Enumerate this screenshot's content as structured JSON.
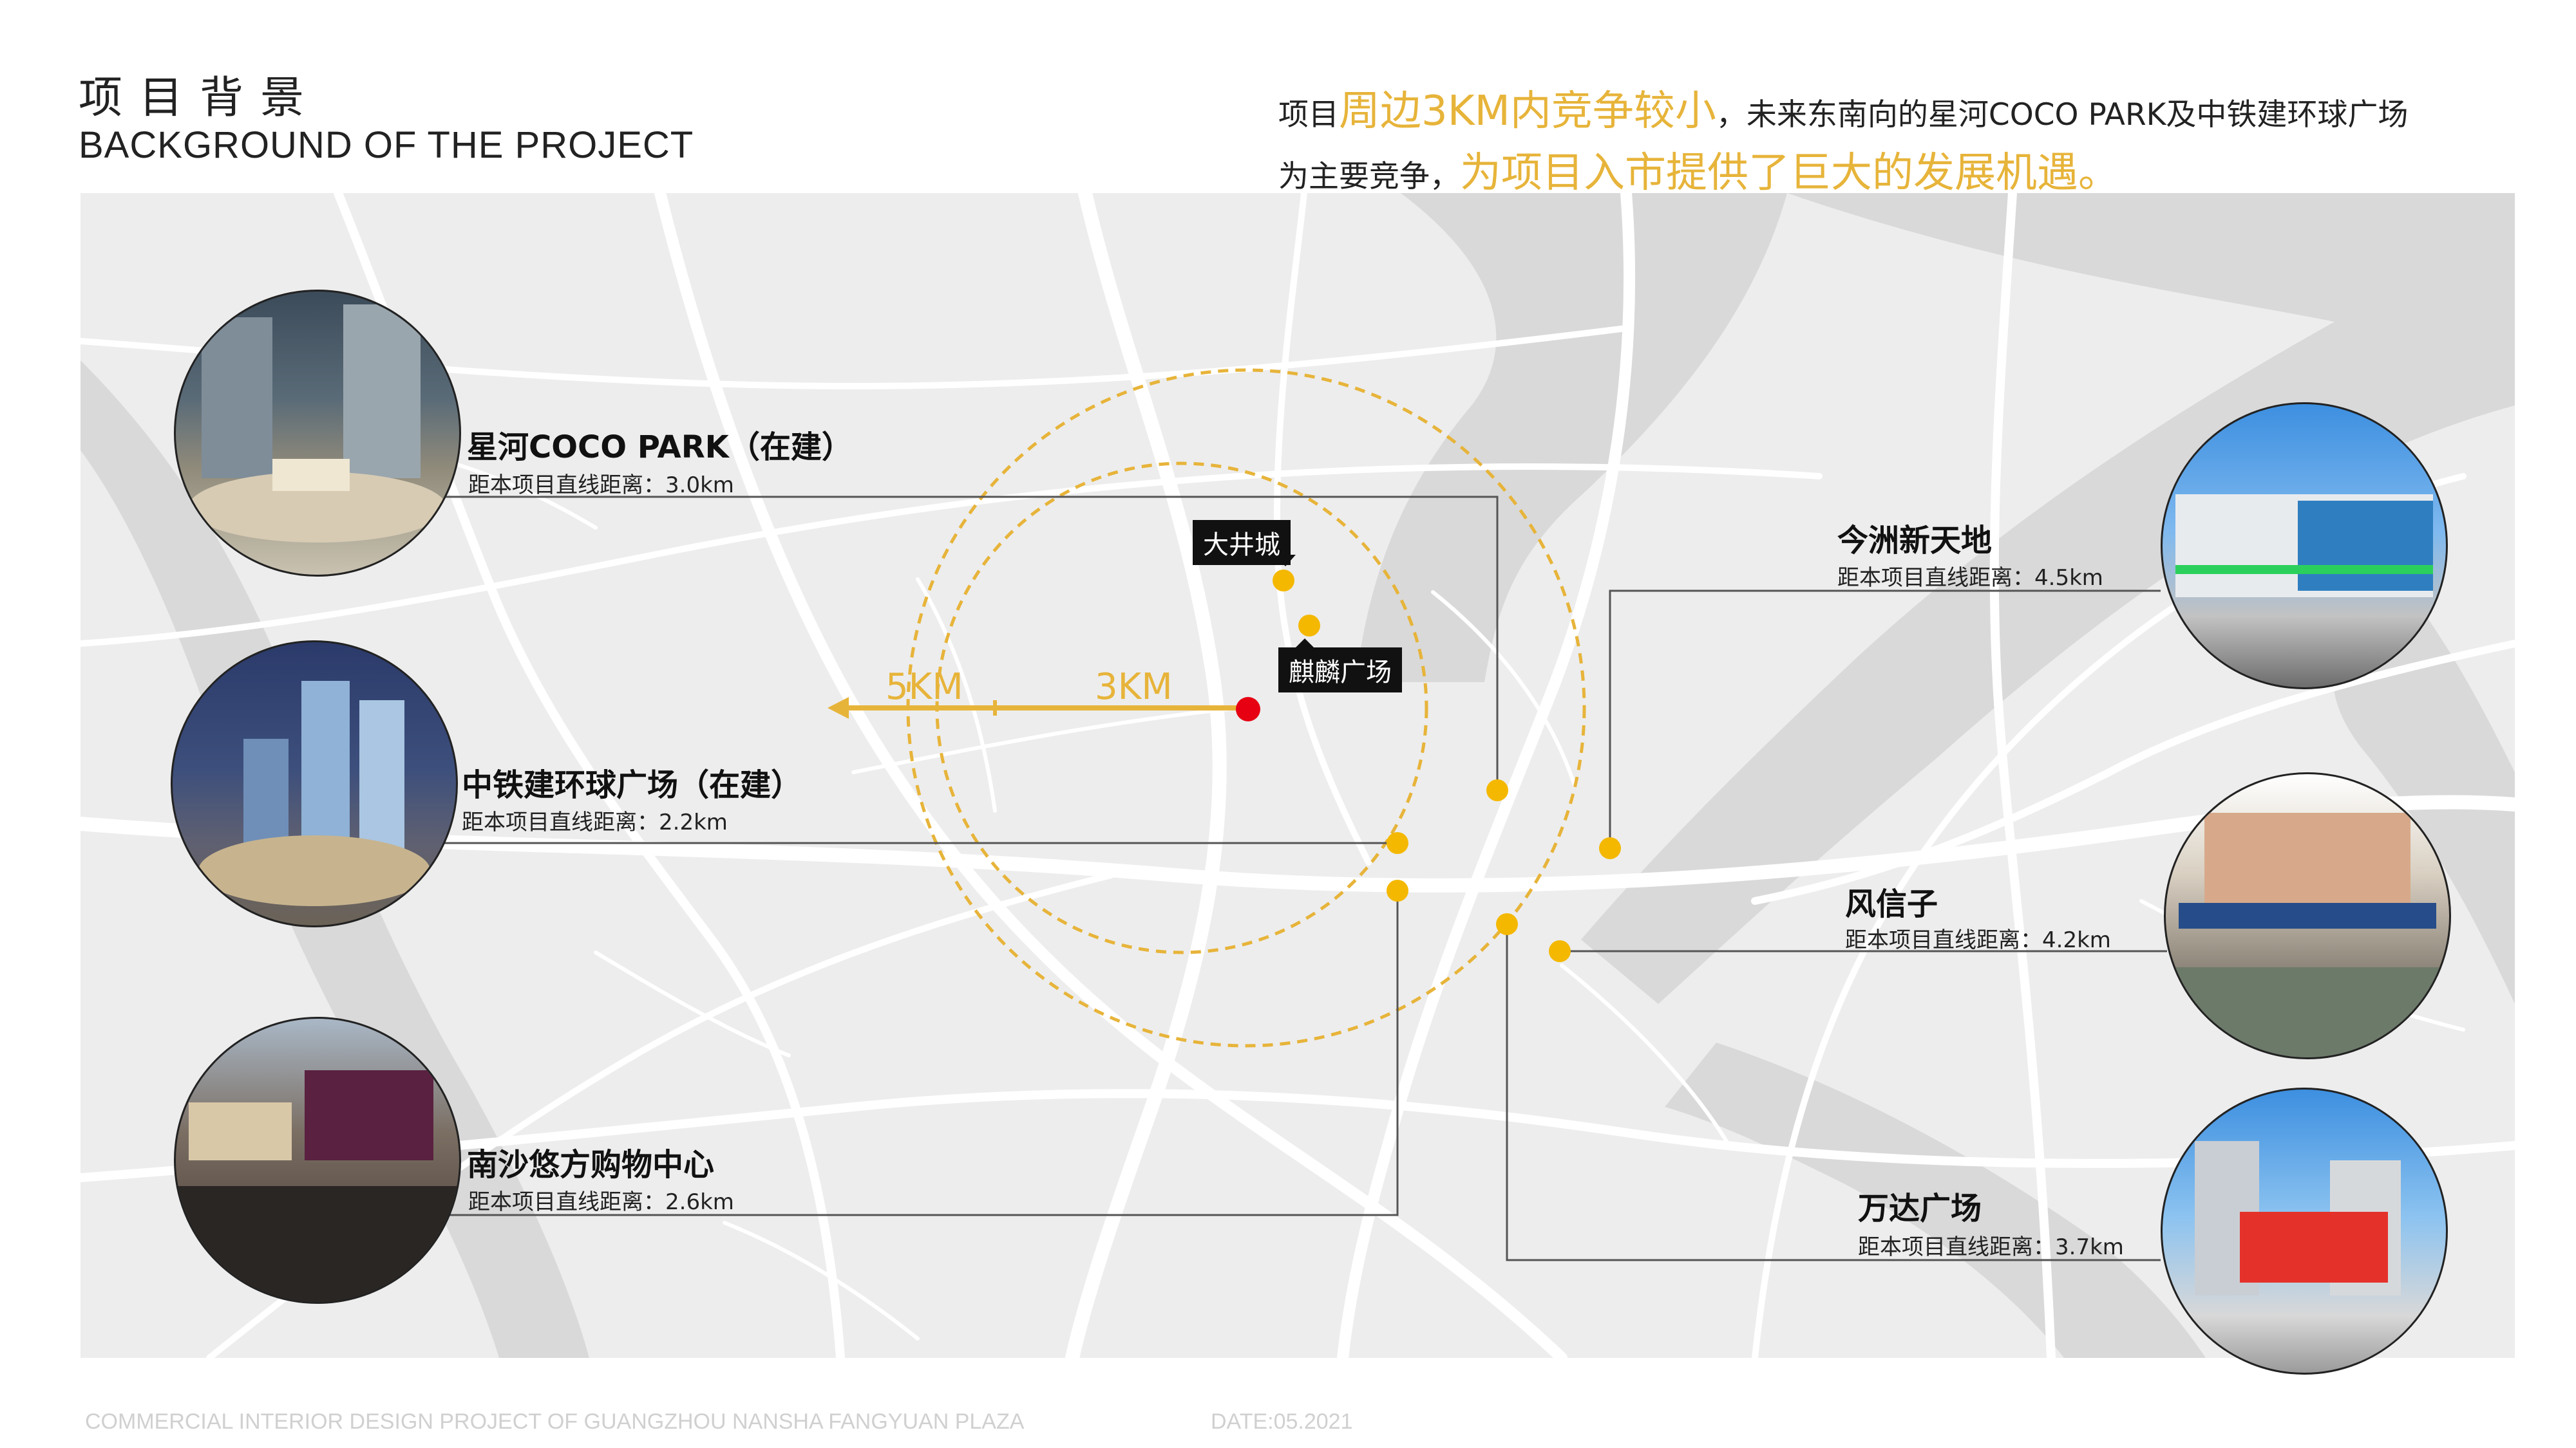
{
  "header": {
    "title_cn": "项目背景",
    "title_en": "BACKGROUND OF THE PROJECT"
  },
  "summary": {
    "p1": "项目",
    "h1": "周边3KM内竞争较小",
    "p2": "，未来东南向的星河COCO PARK及中铁建环球广场",
    "p3": "为主要竞争，",
    "h2": "为项目入市提供了巨大的发展机遇。"
  },
  "map": {
    "labels": {
      "dajing": "大井城",
      "qilin": "麒麟广场",
      "km5": "5KM",
      "km3": "3KM"
    },
    "colors": {
      "accent": "#e7b43a",
      "project": "#e60012",
      "land": "#ededed",
      "water": "#d9d9d9",
      "road": "#ffffff"
    }
  },
  "sites": [
    {
      "name": "星河COCO PARK（在建）",
      "dist": "距本项目直线距离：3.0km"
    },
    {
      "name": "中铁建环球广场（在建）",
      "dist": "距本项目直线距离：2.2km"
    },
    {
      "name": "南沙悠方购物中心",
      "dist": "距本项目直线距离：2.6km"
    },
    {
      "name": "今洲新天地",
      "dist": "距本项目直线距离：4.5km"
    },
    {
      "name": "风信子",
      "dist": "距本项目直线距离：4.2km"
    },
    {
      "name": "万达广场",
      "dist": "距本项目直线距离：3.7km"
    }
  ],
  "footer": {
    "project": "COMMERCIAL INTERIOR DESIGN PROJECT OF GUANGZHOU NANSHA FANGYUAN PLAZA",
    "date": "DATE:05.2021"
  }
}
